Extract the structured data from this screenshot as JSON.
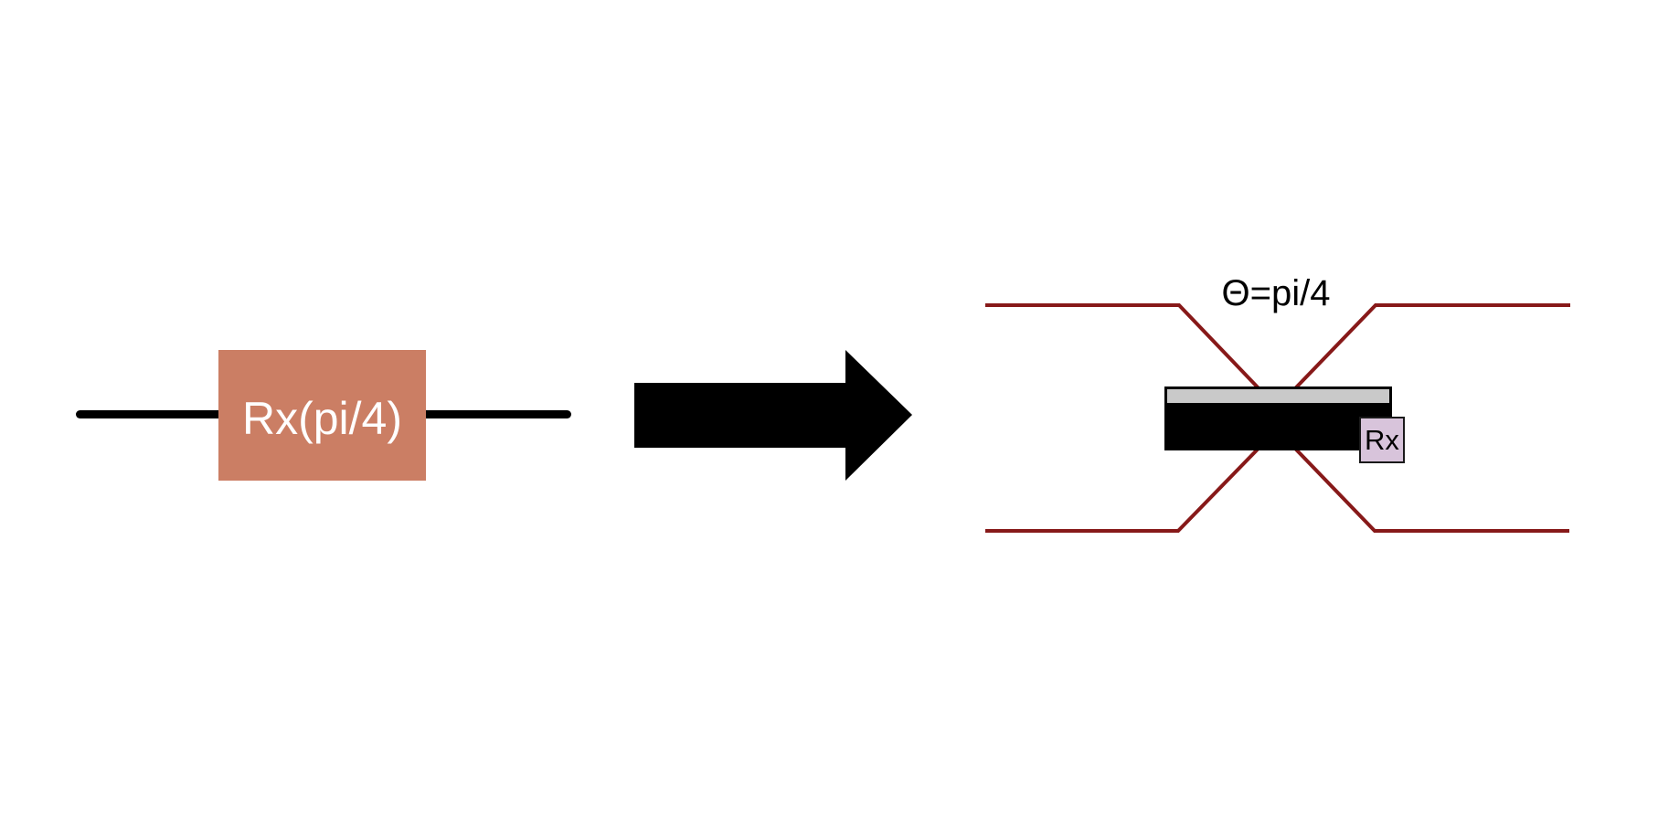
{
  "figure": {
    "description": "Qubit Rx(pi/4) rotation gate mapped to its photonic beam-splitter implementation",
    "background_color": "#ffffff"
  },
  "left_circuit": {
    "gate_label": "Rx(pi/4)",
    "gate_fill_color": "#cb7e64",
    "gate_text_color": "#ffffff",
    "wire_color": "#000000"
  },
  "arrow": {
    "direction": "right",
    "color": "#000000"
  },
  "right_circuit": {
    "angle_label": "Θ=pi/4",
    "component_label": "Rx",
    "waveguide_color": "#871919",
    "coupler_fill_color": "#c9c9c9",
    "body_fill_color": "#000000",
    "tag_fill_color": "#d8c4db",
    "label_text_color": "#000000"
  }
}
